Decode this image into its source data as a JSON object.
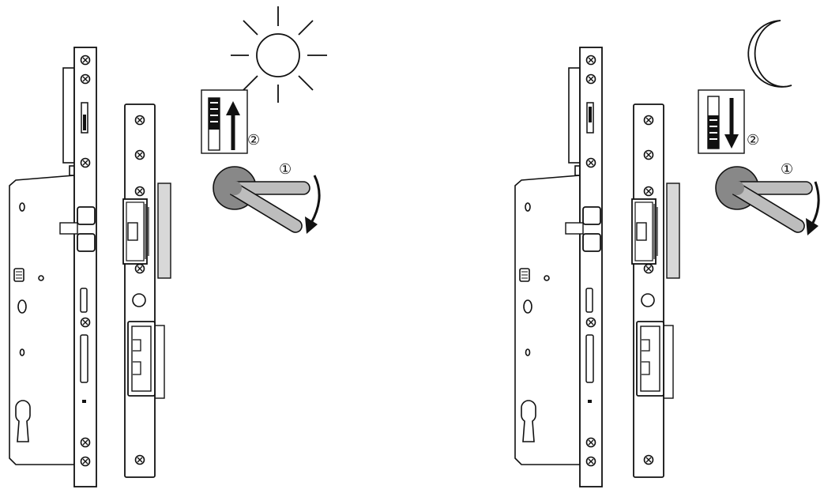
{
  "panels": [
    {
      "mode_icon": "sun-icon",
      "steps": {
        "handle_step": "①",
        "slider_step": "②"
      },
      "slider_direction": "up",
      "handle_rotation": "clockwise"
    },
    {
      "mode_icon": "moon-icon",
      "steps": {
        "handle_step": "①",
        "slider_step": "②"
      },
      "slider_direction": "down",
      "handle_rotation": "clockwise"
    }
  ],
  "colors": {
    "line": "#111111",
    "steel": "#ffffff",
    "handle_rose": "#888888",
    "handle_lever": "#bdbdbd",
    "keeper_plate": "#d8d8d8"
  }
}
